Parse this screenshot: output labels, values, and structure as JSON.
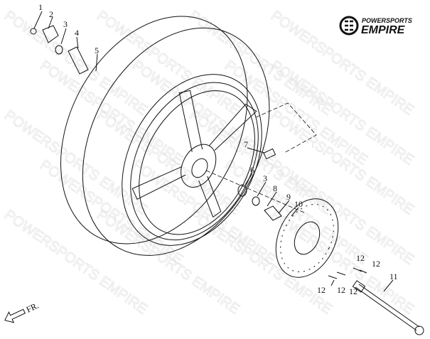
{
  "brand": {
    "line1": "POWERSPORTS",
    "line2": "EMPIRE"
  },
  "watermark": "POWERSPORTS EMPIRE",
  "direction_label": "FR.",
  "callouts": [
    {
      "id": "c1",
      "text": "1"
    },
    {
      "id": "c2",
      "text": "2"
    },
    {
      "id": "c3a",
      "text": "3"
    },
    {
      "id": "c4",
      "text": "4"
    },
    {
      "id": "c5",
      "text": "5"
    },
    {
      "id": "c6",
      "text": "6"
    },
    {
      "id": "c7",
      "text": "7"
    },
    {
      "id": "c3b",
      "text": "3"
    },
    {
      "id": "c8",
      "text": "8"
    },
    {
      "id": "c9",
      "text": "9"
    },
    {
      "id": "c10",
      "text": "10"
    },
    {
      "id": "c12a",
      "text": "12"
    },
    {
      "id": "c12b",
      "text": "12"
    },
    {
      "id": "c12c",
      "text": "12"
    },
    {
      "id": "c12d",
      "text": "12"
    },
    {
      "id": "c12e",
      "text": "12"
    },
    {
      "id": "c11",
      "text": "11"
    }
  ]
}
